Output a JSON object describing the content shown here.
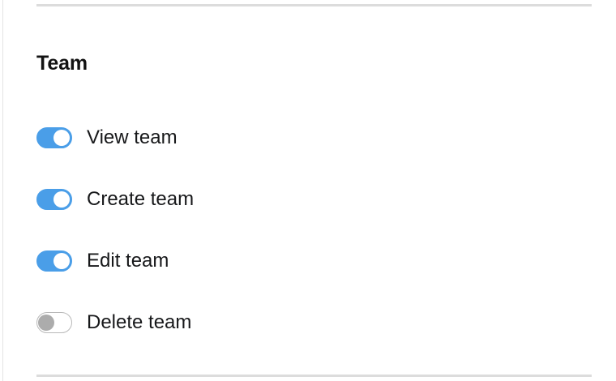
{
  "panel": {
    "section_title": "Team",
    "divider_color": "#dcdcdc",
    "accent_color": "#4a9ee8",
    "off_track_border_color": "#b9b9b9",
    "off_knob_color": "#acacac",
    "label_color": "#17181a"
  },
  "permissions": [
    {
      "label": "View team",
      "state": "on",
      "state_text": "On"
    },
    {
      "label": "Create team",
      "state": "on",
      "state_text": "On"
    },
    {
      "label": "Edit team",
      "state": "on",
      "state_text": "On"
    },
    {
      "label": "Delete team",
      "state": "off",
      "state_text": "Off"
    }
  ]
}
